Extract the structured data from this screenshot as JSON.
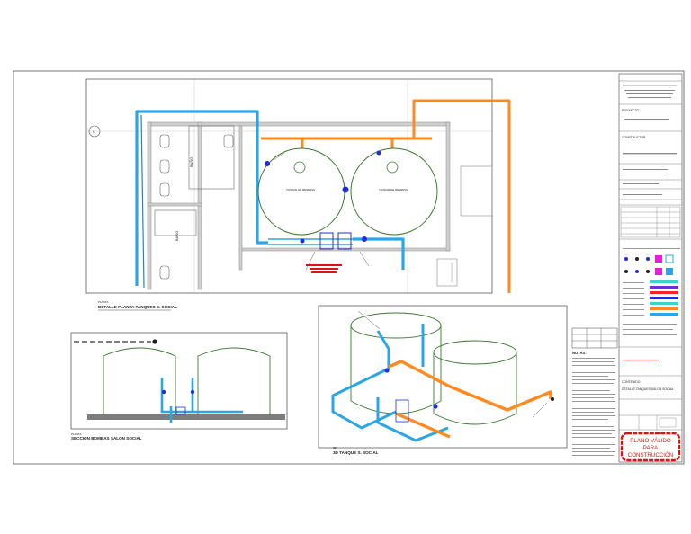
{
  "colors": {
    "cold_water": "#2aa6e6",
    "hot_pipe": "#ff8a1f",
    "tank_outline": "#3a7a2e",
    "valve": "#1f2fd6",
    "wall": "#8a8a8a",
    "stamp": "#e01010"
  },
  "views": {
    "plan": {
      "scale_note": "PLANTA",
      "title": "DETALLE PLANTA TANQUES S. SOCIAL"
    },
    "section": {
      "scale_note": "PLANTA",
      "title": "SECCION BOMBAS SALON SOCIAL"
    },
    "iso": {
      "scale_note": "3D",
      "title": "3D TANQUE S. SOCIAL"
    }
  },
  "plan": {
    "grid_bubble": "C",
    "room_labels": [
      "BAÑO",
      "BAÑO"
    ],
    "tank_labels": [
      "TANQUE DE RESERVA",
      "TANQUE DE RESERVA"
    ]
  },
  "title_block": {
    "sections": [
      "PROYECTO",
      "CONSTRUCTOR",
      "CONTENIDO"
    ],
    "description": "DETALLE TANQUES SALON SOCIAL",
    "notes_header": "NOTAS:"
  },
  "stamp": {
    "line1": "PLANO VÁLIDO",
    "line2": "PARA",
    "line3": "CONSTRUCCIÓN"
  }
}
